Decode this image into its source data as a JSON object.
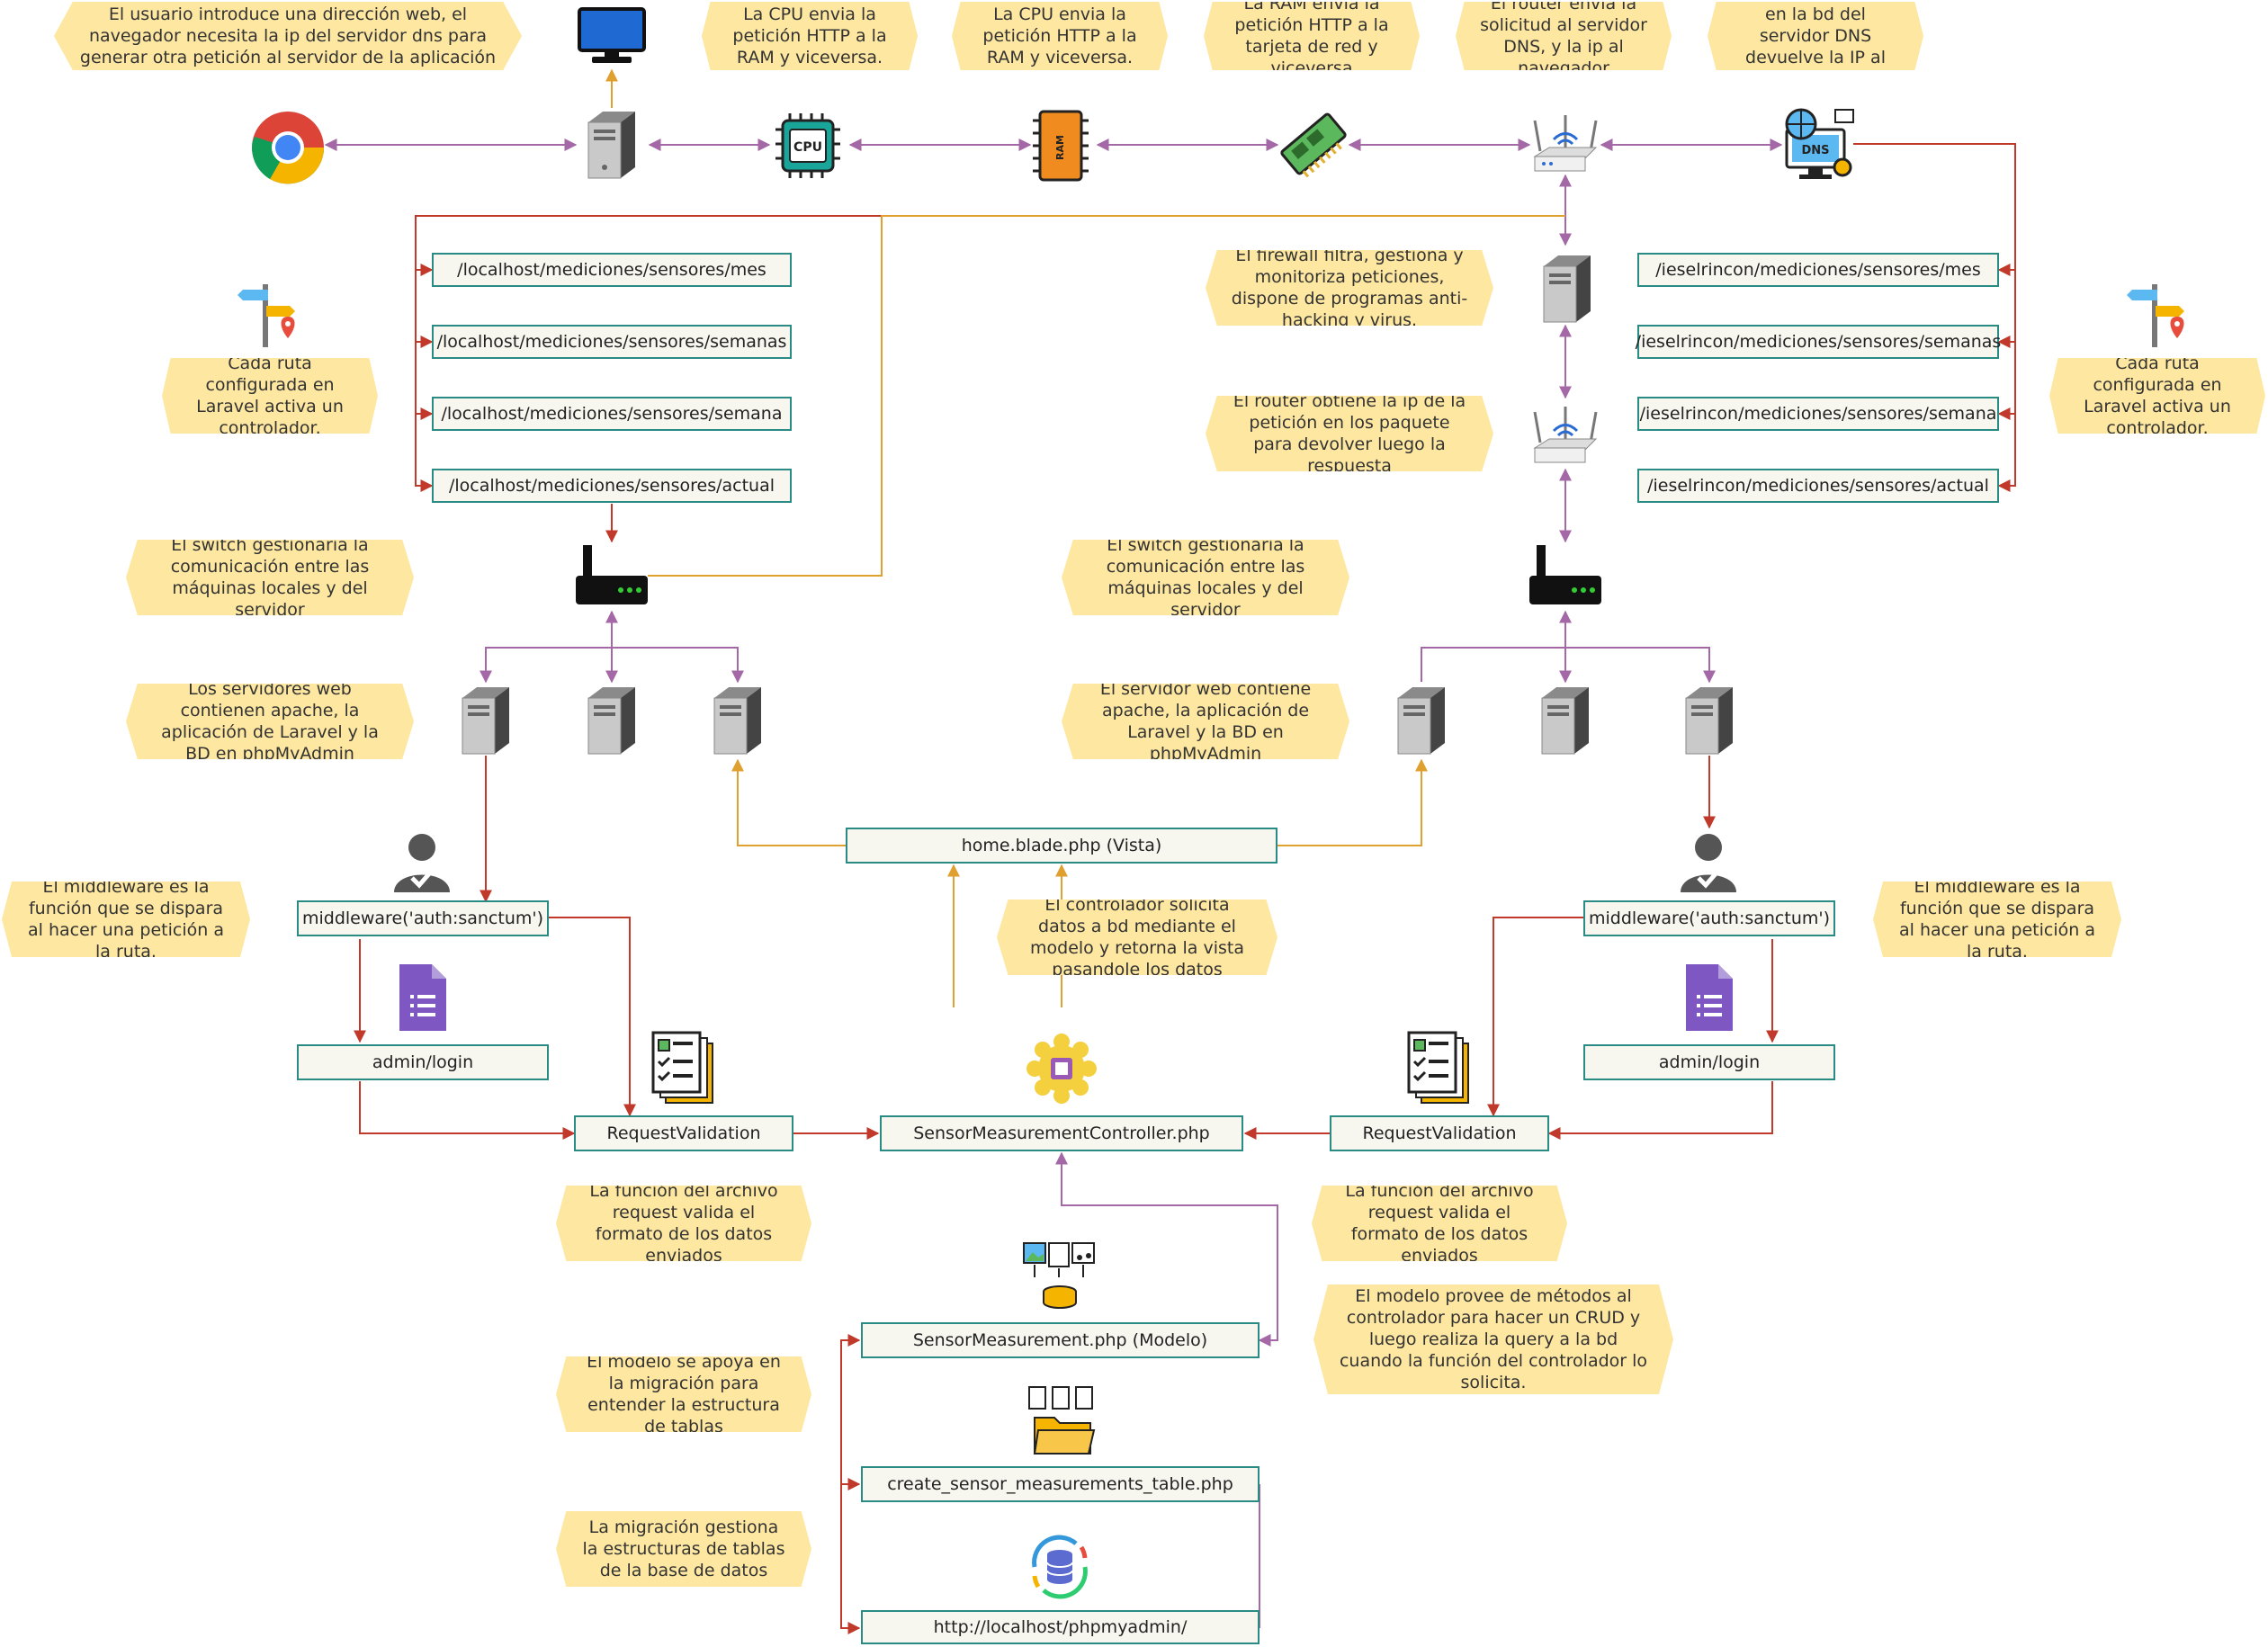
{
  "colors": {
    "note_fill": "#fee7a0",
    "box_border": "#2a8b84",
    "box_fill": "#f7f7f0",
    "line_red": "#c0392b",
    "line_purple": "#a468a6",
    "line_orange": "#e0a030"
  },
  "notes": {
    "n1": "El usuario introduce una dirección web, el navegador necesita la ip del servidor dns para generar otra petición al servidor de la aplicación",
    "n2": "La CPU envia la petición HTTP a la RAM y viceversa.",
    "n3": "La CPU envia la petición HTTP a la RAM y viceversa.",
    "n4": "La RAM envia la petición HTTP a la tarjeta de red y viceversa",
    "n5": "El router envia la solicitud al servidor DNS, y la ip al navegador",
    "n6": "Si la dirección está en la bd del servidor DNS devuelve la IP al router.",
    "firewall": "El firewall filtra, gestiona y monitoriza peticiones, dispone de programas anti-hacking y virus.",
    "router_ip": "El router obtiene la ip de la petición en los paquete para devolver luego la respuesta",
    "route_left": "Cada ruta configurada en Laravel activa un controlador.",
    "route_right": "Cada ruta configurada en Laravel activa un controlador.",
    "switch_left": "El switch gestionaria la comunicación entre las máquinas locales y del servidor",
    "switch_right": "El switch gestionaria la comunicación entre las máquinas locales y del servidor",
    "servers_left": "Los servidores web contienen apache, la aplicación de Laravel y la BD en phpMyAdmin",
    "servers_right": "El servidor web contiene apache, la aplicación de Laravel y la BD en phpMyAdmin",
    "middleware_left": "El middleware es la función que se dispara al hacer una petición a la ruta.",
    "middleware_right": "El middleware es la función que se dispara al hacer una petición a la ruta.",
    "controller": "El controlador solicita datos a bd mediante el modelo y retorna la vista pasandole los datos",
    "request_left": "La función del archivo request valida el formato de los datos enviados",
    "request_right": "La función del archivo request valida el formato de los datos enviados",
    "model": "El modelo provee de métodos al controlador para hacer un CRUD y luego realiza la query a la bd cuando la función del controlador lo solicita.",
    "model_migration": "El modelo se apoya en la migración para entender la estructura de tablas",
    "migration": "La migración gestiona la estructuras de tablas de la base de datos"
  },
  "routes_left": [
    "/localhost/mediciones/sensores/mes",
    "/localhost/mediciones/sensores/semanas",
    "/localhost/mediciones/sensores/semana",
    "/localhost/mediciones/sensores/actual"
  ],
  "routes_right": [
    "/ieselrincon/mediciones/sensores/mes",
    "/ieselrincon/mediciones/sensores/semanas",
    "/ieselrincon/mediciones/sensores/semana",
    "/ieselrincon/mediciones/sensores/actual"
  ],
  "boxes": {
    "view": "home.blade.php (Vista)",
    "middleware_left": "middleware('auth:sanctum')",
    "middleware_right": "middleware('auth:sanctum')",
    "login_left": "admin/login",
    "login_right": "admin/login",
    "request_left": "RequestValidation",
    "request_right": "RequestValidation",
    "controller": "SensorMeasurementController.php",
    "model": "SensorMeasurement.php (Modelo)",
    "migration": "create_sensor_measurements_table.php",
    "phpmyadmin": "http://localhost/phpmyadmin/"
  },
  "icon_labels": {
    "cpu": "CPU",
    "ram": "RAM",
    "dns": "DNS"
  }
}
